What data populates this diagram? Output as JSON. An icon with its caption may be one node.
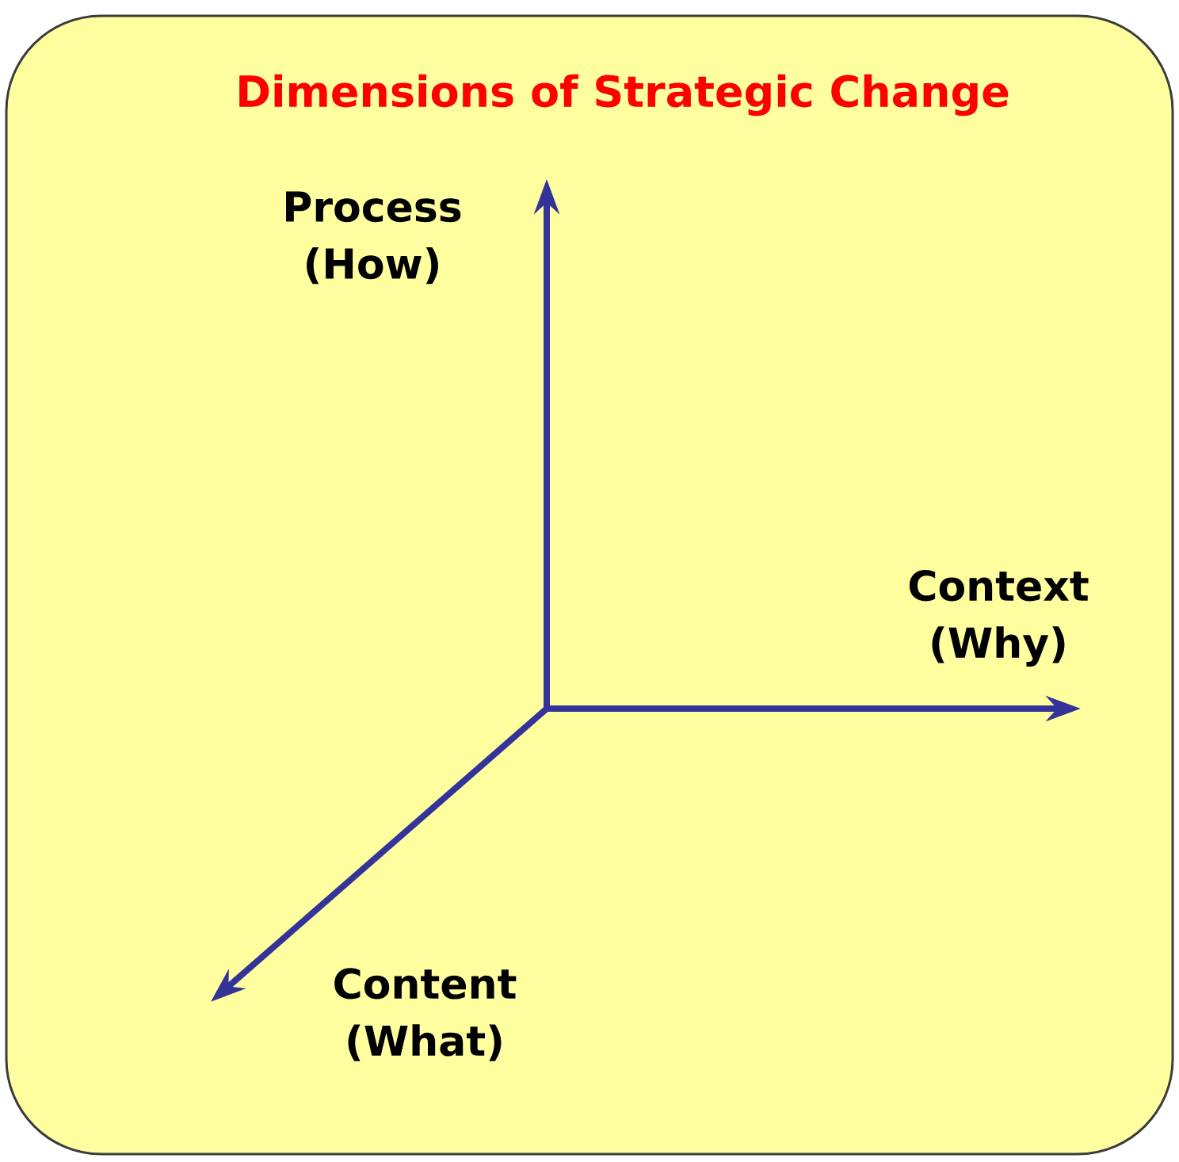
{
  "diagram": {
    "title": "Dimensions of Strategic Change",
    "labels": [
      "Process (How)",
      "Context (Why)",
      "Content (What)"
    ]
  }
}
